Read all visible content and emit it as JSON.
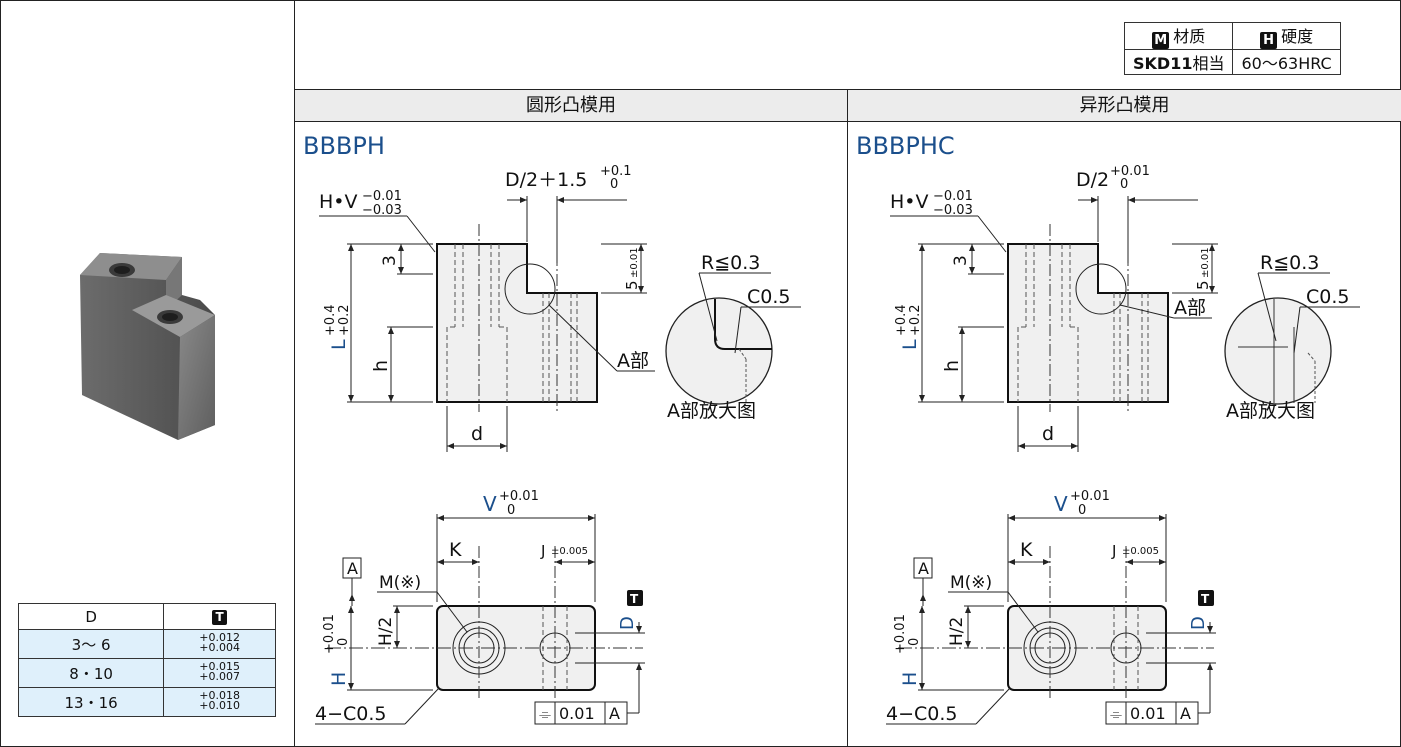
{
  "material_table": {
    "header_material_badge": "M",
    "header_material": "材质",
    "header_hardness_badge": "H",
    "header_hardness": "硬度",
    "material_value": "SKD11",
    "material_suffix": "相当",
    "hardness_value": "60～63HRC"
  },
  "sections": [
    {
      "title": "圆形凸模用",
      "model": "BBBPH",
      "labels": {
        "hv": "H•V",
        "hv_upper": "−0.01",
        "hv_lower": "−0.03",
        "d_half": "D/2＋1.5",
        "d_half_upper": "+0.1",
        "d_half_lower": "0",
        "dim_3": "3",
        "dim_5": "5",
        "dim_5_tol": "±0.01",
        "L": "L",
        "L_upper": "+0.4",
        "L_lower": "+0.2",
        "h": "h",
        "d": "d",
        "a_part": "A部",
        "radius": "R≦0.3",
        "chamfer": "C0.5",
        "detail_caption": "A部放大图",
        "V": "V",
        "V_upper": "+0.01",
        "V_lower": "0",
        "K": "K",
        "J": "J",
        "J_tol": "±0.005",
        "datum_A": "A",
        "M": "M(※)",
        "H_half": "H/2",
        "H": "H",
        "H_upper": "+0.01",
        "H_lower": "0",
        "D": "D",
        "D_badge": "T",
        "corner": "4−C0.5",
        "gtol_value": "0.01",
        "gtol_datum": "A"
      }
    },
    {
      "title": "异形凸模用",
      "model": "BBBPHC",
      "labels": {
        "hv": "H•V",
        "hv_upper": "−0.01",
        "hv_lower": "−0.03",
        "d_half": "D/2",
        "d_half_upper": "+0.01",
        "d_half_lower": "0",
        "dim_3": "3",
        "dim_5": "5",
        "dim_5_tol": "±0.01",
        "L": "L",
        "L_upper": "+0.4",
        "L_lower": "+0.2",
        "h": "h",
        "d": "d",
        "a_part": "A部",
        "radius": "R≦0.3",
        "chamfer": "C0.5",
        "detail_caption": "A部放大图",
        "V": "V",
        "V_upper": "+0.01",
        "V_lower": "0",
        "K": "K",
        "J": "J",
        "J_tol": "±0.005",
        "datum_A": "A",
        "M": "M(※)",
        "H_half": "H/2",
        "H": "H",
        "H_upper": "+0.01",
        "H_lower": "0",
        "D": "D",
        "D_badge": "T",
        "corner": "4−C0.5",
        "gtol_value": "0.01",
        "gtol_datum": "A"
      }
    }
  ],
  "tolerance_table": {
    "col_d": "D",
    "col_t_badge": "T",
    "rows": [
      {
        "d": "3～ 6",
        "upper": "+0.012",
        "lower": "+0.004"
      },
      {
        "d": "8・10",
        "upper": "+0.015",
        "lower": "+0.007"
      },
      {
        "d": "13・16",
        "upper": "+0.018",
        "lower": "+0.010"
      }
    ]
  },
  "colors": {
    "accent_blue": "#1b4f8c",
    "table_fill": "#dff0fb",
    "header_fill": "#ececec",
    "part_fill": "#f0f0f0"
  }
}
